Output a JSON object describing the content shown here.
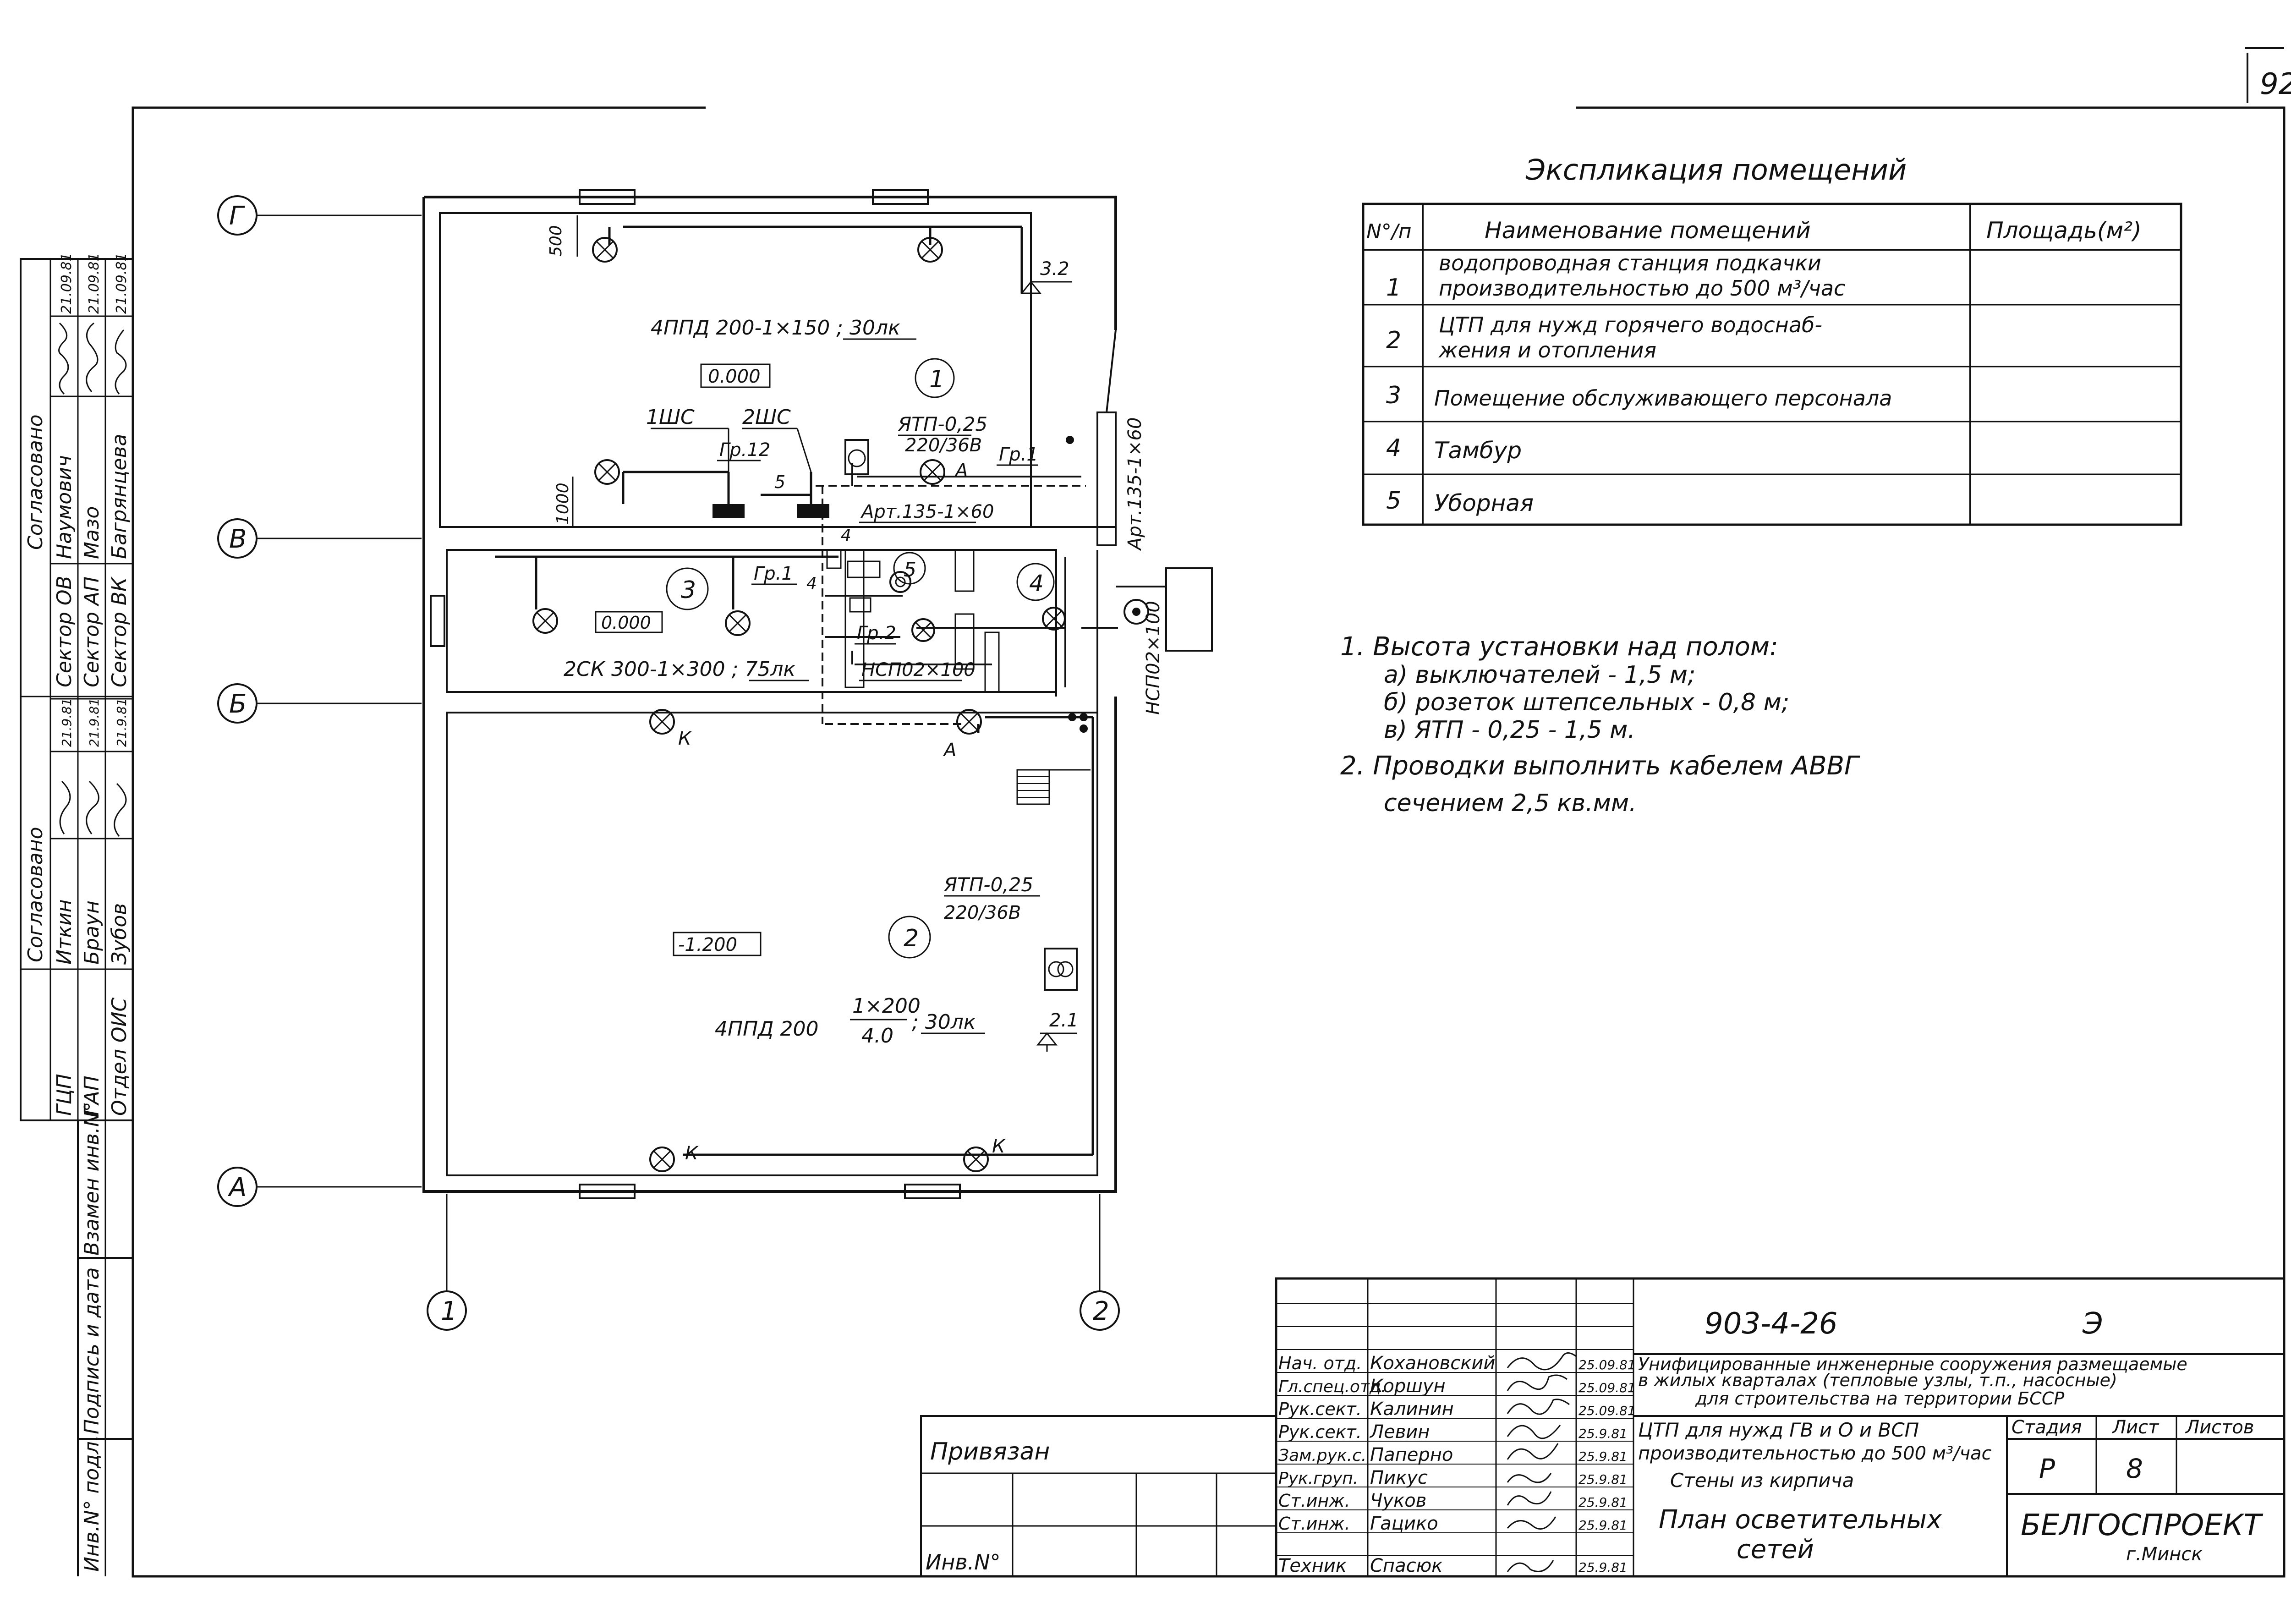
{
  "sheet_number": "92",
  "explication": {
    "title": "Экспликация помещений",
    "headers": [
      "N°/п",
      "Наименование помещений",
      "Площадь(м²)"
    ],
    "rows": [
      {
        "num": "1",
        "name_l1": "водопроводная станция подкачки",
        "name_l2": "производительностью до 500 м³/час",
        "area": ""
      },
      {
        "num": "2",
        "name_l1": "ЦТП для нужд горячего водоснаб-",
        "name_l2": "жения и отопления",
        "area": ""
      },
      {
        "num": "3",
        "name_l1": "Помещение обслуживающего персонала",
        "name_l2": "",
        "area": ""
      },
      {
        "num": "4",
        "name_l1": "Тамбур",
        "name_l2": "",
        "area": ""
      },
      {
        "num": "5",
        "name_l1": "Уборная",
        "name_l2": "",
        "area": ""
      }
    ]
  },
  "notes": [
    "1. Высота установки над полом:",
    "а) выключателей - 1,5 м;",
    "б) розеток штепсельных - 0,8 м;",
    "в) ЯТП - 0,25 - 1,5 м.",
    "2. Проводки выполнить кабелем АВВГ",
    "сечением 2,5 кв.мм."
  ],
  "axes": {
    "rows": [
      "Г",
      "В",
      "Б",
      "А"
    ],
    "cols": [
      "1",
      "2"
    ]
  },
  "plan_labels": {
    "room1_lamp": "4ППД 200-1×150 ; 30лк",
    "room1_mark": "0.000",
    "room3_lamp": "2СК 300-1×300 ; 75лк",
    "room3_mark": "0.000",
    "room2_mark": "-1.200",
    "room2_lamp": "4ППД 200",
    "room2_frac_top": "1×200",
    "room2_frac_bot": "4.0",
    "room2_lux": "; 30лк",
    "panel1": "1ШС",
    "panel2": "2ШС",
    "gr12": "Гр.12",
    "gr1a": "Гр.1",
    "gr1b": "Гр.1",
    "gr2": "Гр.2",
    "atp_top": "ЯТП-0,25",
    "atp_top_v": "220/36В",
    "atp_bot": "ЯТП-0,25",
    "atp_bot_v": "220/36В",
    "art1": "Арт.135-1×60",
    "art2": "Арт.135-1×60",
    "nspo1": "НСП02×100",
    "nspo2": "НСП02×100",
    "h32": "3.2",
    "h21": "2.1",
    "dim500": "500",
    "dim1000": "1000",
    "letterA1": "А",
    "letterA2": "А",
    "k": "К",
    "wire5": "5",
    "wire4a": "4",
    "wire4b": "4"
  },
  "rooms": [
    "1",
    "2",
    "3",
    "4",
    "5"
  ],
  "side_stamp": {
    "agreed1_title": "Согласовано",
    "agreed1_rows": [
      [
        "Сектор ОВ",
        "Наумович"
      ],
      [
        "Сектор АП",
        "Мазо"
      ],
      [
        "Сектор ВК",
        "Багрянцева"
      ]
    ],
    "agreed1_dates": [
      "21.09.81",
      "21.09.81",
      "21.09.81"
    ],
    "agreed2_title": "Согласовано",
    "agreed2_rows": [
      [
        "ГЦП",
        "Иткин"
      ],
      [
        "ГАП",
        "Браун"
      ],
      [
        "Отдел ОИС",
        "Зубов"
      ]
    ],
    "agreed2_dates": [
      "21.9.81",
      "21.9.81",
      "21.9.81"
    ],
    "inv_labels": [
      "Взамен инв.N°",
      "Подпись и дата",
      "Инв.N° подл."
    ]
  },
  "title_block": {
    "doc_code": "903-4-26",
    "mark": "Э",
    "staff": [
      [
        "Нач. отд.",
        "Кохановский",
        "25.09.81"
      ],
      [
        "Гл.спец.отд.",
        "Коршун",
        "25.09.81"
      ],
      [
        "Рук.сект.",
        "Калинин",
        "25.09.81"
      ],
      [
        "Рук.сект.",
        "Левин",
        "25.9.81"
      ],
      [
        "Зам.рук.с.",
        "Паперно",
        "25.9.81"
      ],
      [
        "Рук.груп.",
        "Пикус",
        "25.9.81"
      ],
      [
        "Ст.инж.",
        "Чуков",
        "25.9.81"
      ],
      [
        "Ст.инж.",
        "Гацико",
        "25.9.81"
      ],
      [
        "Техник",
        "Спасюк",
        "25.9.81"
      ]
    ],
    "project_l1": "Унифицированные инженерные сооружения размещаемые",
    "project_l2": "в жилых кварталах (тепловые узлы, т.п., насосные)",
    "project_l3": "для строительства на территории БССР",
    "object_l1": "ЦТП для нужд ГВ и О и ВСП",
    "object_l2": "производительностью до 500 м³/час",
    "object_l3": "Стены из кирпича",
    "sheet_title_l1": "План осветительных",
    "sheet_title_l2": "сетей",
    "stage_label": "Стадия",
    "sheet_label": "Лист",
    "sheets_label": "Листов",
    "stage": "Р",
    "sheet": "8",
    "sheets": "",
    "org": "БЕЛГОСПРОЕКТ",
    "city": "г.Минск",
    "privyazan": "Привязан",
    "inv": "Инв.N°"
  }
}
